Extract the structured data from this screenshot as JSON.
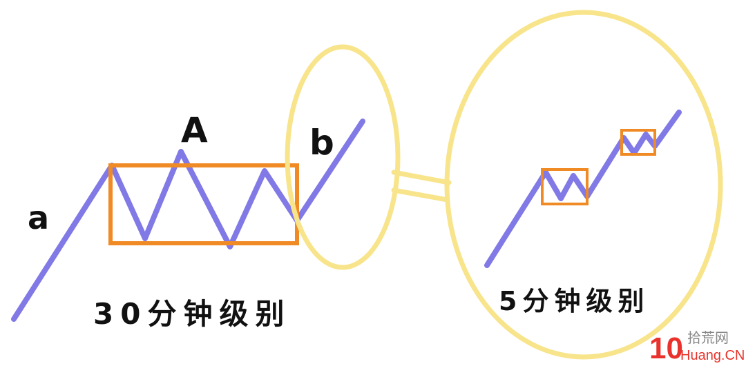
{
  "labels": {
    "a": "a",
    "A": "A",
    "b": "b",
    "caption_30min": "30分钟级别",
    "caption_5min": "5分钟级别"
  },
  "watermark": {
    "logo_text": "10",
    "site_name": "拾荒网",
    "site_url": "Huang.CN"
  },
  "colors": {
    "line": "#8079e6",
    "box": "#f08a24",
    "circle": "#f8e48a",
    "text": "#111111",
    "watermark": "#e8322b"
  }
}
